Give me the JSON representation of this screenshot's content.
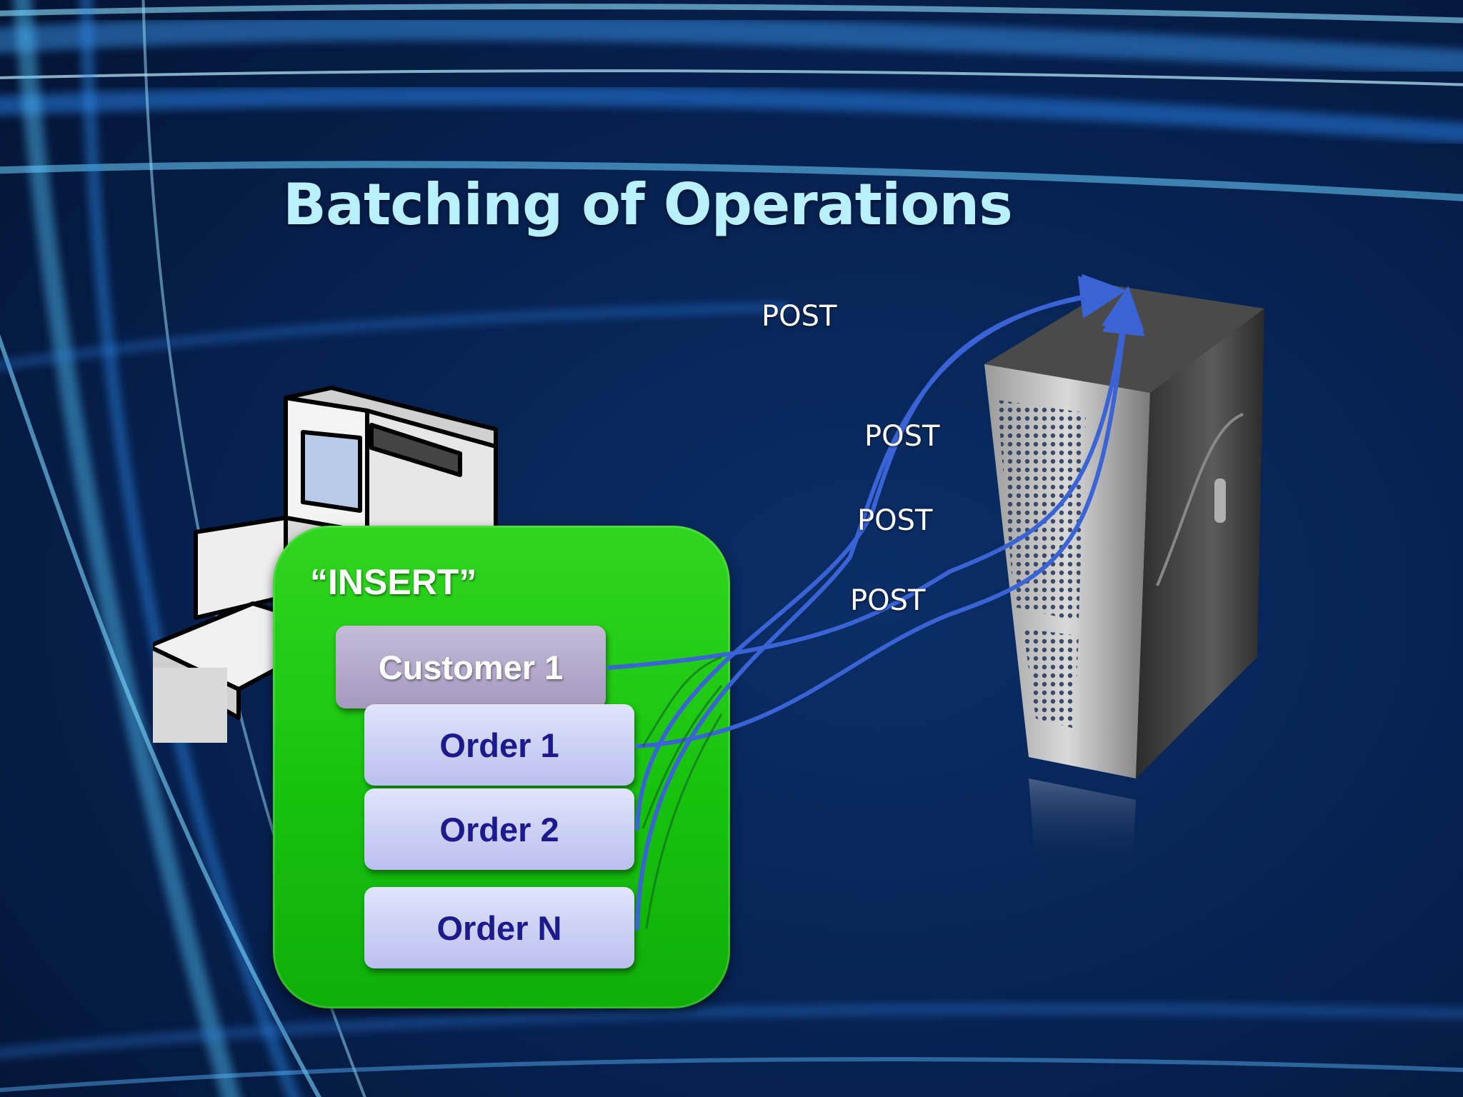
{
  "slide": {
    "title": "Batching of Operations"
  },
  "batch": {
    "label": "“INSERT”",
    "items": [
      {
        "label": "Customer 1",
        "kind": "customer"
      },
      {
        "label": "Order 1",
        "kind": "order"
      },
      {
        "label": "Order 2",
        "kind": "order"
      },
      {
        "label": "Order N",
        "kind": "order"
      }
    ]
  },
  "requests": [
    {
      "label": "POST"
    },
    {
      "label": "POST"
    },
    {
      "label": "POST"
    },
    {
      "label": "POST"
    }
  ],
  "icons": {
    "client": "desktop-computer-icon",
    "server": "server-tower-icon"
  },
  "colors": {
    "title": "#b8f0ff",
    "batch_box": "#19c410",
    "customer_box": "#b0a6c9",
    "order_box": "#ccd2f4",
    "order_text": "#1c1a8c",
    "arrow": "#3a63d6"
  }
}
